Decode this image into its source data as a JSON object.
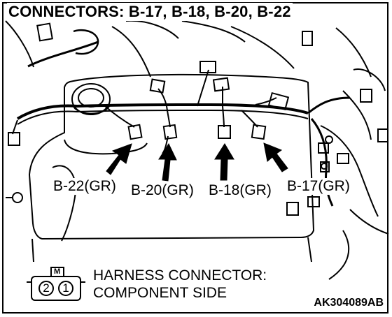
{
  "title": "CONNECTORS: B-17, B-18, B-20, B-22",
  "connectors": [
    {
      "id": "B-22",
      "label": "B-22(GR)"
    },
    {
      "id": "B-20",
      "label": "B-20(GR)"
    },
    {
      "id": "B-18",
      "label": "B-18(GR)"
    },
    {
      "id": "B-17",
      "label": "B-17(GR)"
    }
  ],
  "legend": {
    "symbol_letter": "M",
    "pin_left": "2",
    "pin_right": "1",
    "line1": "HARNESS CONNECTOR:",
    "line2": "COMPONENT SIDE"
  },
  "figure_code": "AK304089AB"
}
